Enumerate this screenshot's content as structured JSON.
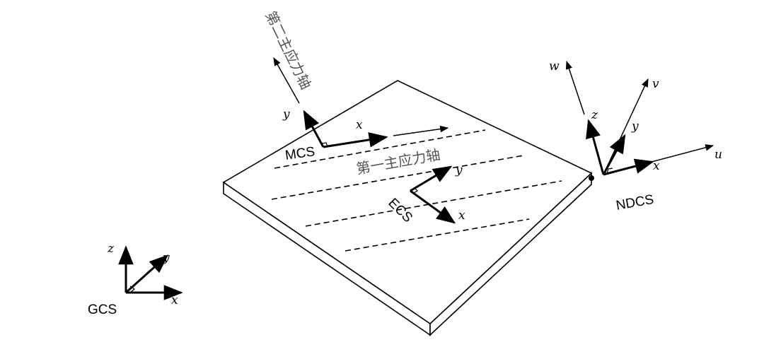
{
  "systems": {
    "gcs": {
      "name": "GCS",
      "x": "x",
      "y": "y",
      "z": "z"
    },
    "mcs": {
      "name": "MCS",
      "x": "x",
      "y": "y"
    },
    "ecs": {
      "name": "ECS",
      "x": "x",
      "y": "y"
    },
    "ndcs": {
      "name": "NDCS",
      "x": "x",
      "y": "y",
      "z": "z",
      "u": "u",
      "v": "v",
      "w": "w"
    }
  },
  "labels": {
    "first_principal_axis": "第一主应力轴",
    "second_principal_axis": "第二主应力轴"
  },
  "colors": {
    "line": "#000000",
    "label_gray": "#555555",
    "fill": "#ffffff"
  }
}
